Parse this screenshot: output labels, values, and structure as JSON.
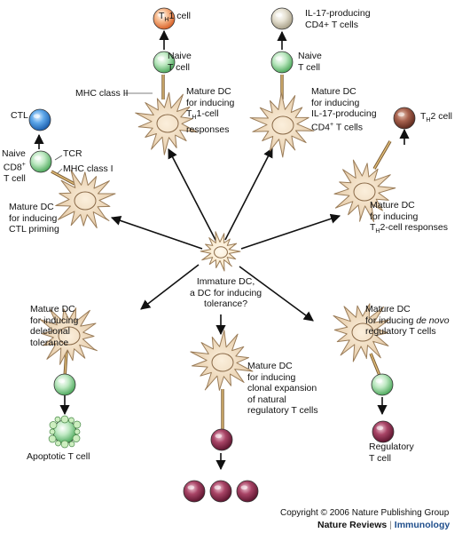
{
  "labels": {
    "th1_cell": "TH1 cell",
    "il17_cells": "IL-17-producing\nCD4+ T cells",
    "th2_cell": "TH2 cell",
    "ctl": "CTL",
    "naive_t_cell_1": "Naive\nT cell",
    "naive_t_cell_2": "Naive\nT cell",
    "naive_cd8": "Naive\nCD8+\nT cell",
    "tcr": "TCR",
    "mhc_class_ii": "MHC class II",
    "mhc_class_i": "MHC class I",
    "dc_th1": "Mature DC\nfor inducing\nTH1-cell\nresponses",
    "dc_il17": "Mature DC\nfor inducing\nIL-17-producing\nCD4+ T cells",
    "dc_ctl": "Mature DC\nfor inducing\nCTL priming",
    "dc_th2": "Mature DC\nfor inducing\nTH2-cell responses",
    "immature_dc": "Immature DC,\na DC for inducing\ntolerance?",
    "dc_deletional": "Mature DC\nfor inducing\ndeletional\ntolerance",
    "dc_clonal": "Mature DC\nfor inducing\nclonal expansion\nof natural\nregulatory T cells",
    "dc_denovo": "Mature DC\nfor inducing de novo\nregulatory T cells",
    "apoptotic": "Apoptotic T cell",
    "regulatory": "Regulatory\nT cell"
  },
  "footer": {
    "copyright": "Copyright © 2006 Nature Publishing Group",
    "brand_name": "Nature Reviews",
    "separator": "|",
    "journal": "Immunology"
  },
  "colors": {
    "dc_fill": "#f0dcc0",
    "dc_stroke": "#9a7c58",
    "naive_cell": "#8fd196",
    "th1_cell": "#f08a4a",
    "il17_cell": "#d8d2c0",
    "th2_cell": "#8a4a3a",
    "ctl_cell": "#3a8ed8",
    "treg_cell": "#8a2e4a",
    "immature_dc": "#fbe8c8"
  }
}
